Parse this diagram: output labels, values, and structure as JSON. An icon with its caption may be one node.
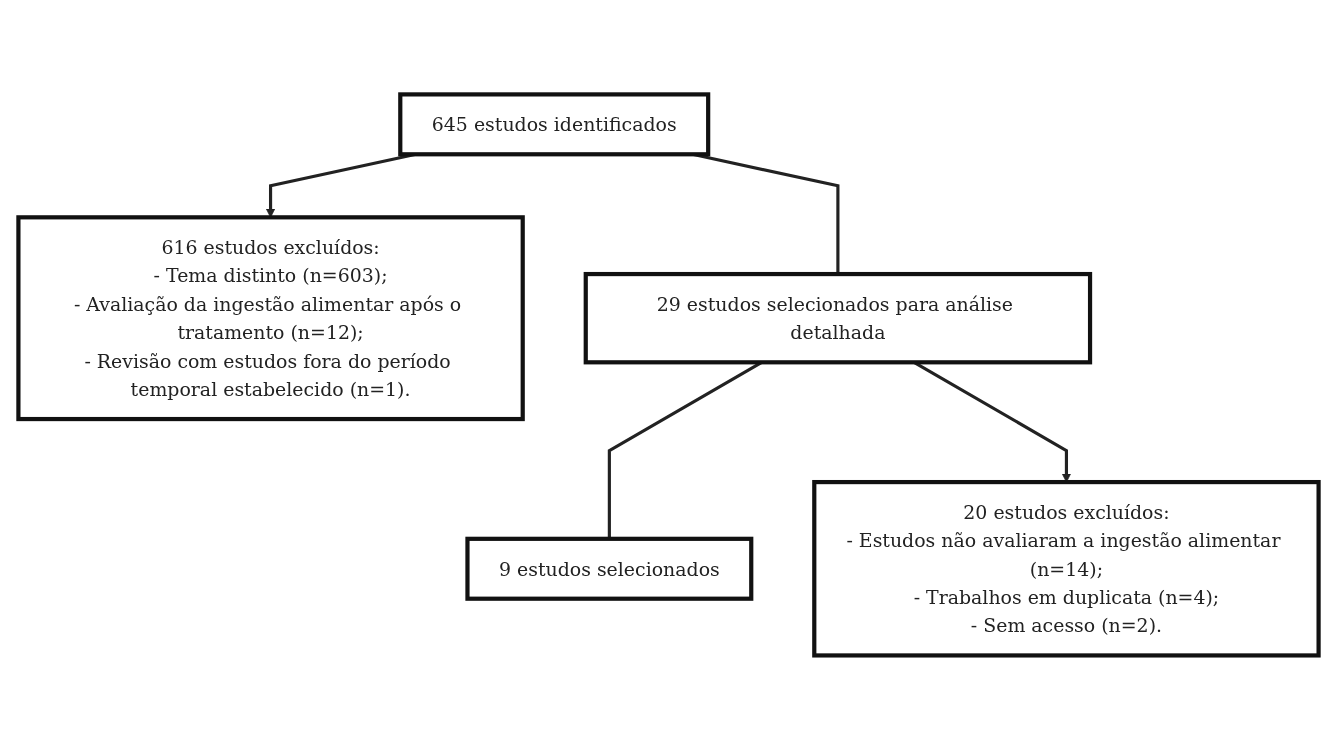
{
  "diagram": {
    "nodes": [
      {
        "text": [
          "645 estudos identificados"
        ]
      },
      {
        "text": [
          "616 estudos excluídos:",
          "- Tema distinto (n=603);",
          "- Avaliação da ingestão alimentar após o tratamento (n=12);",
          "- Revisão com estudos fora do período temporal estabelecido (n=1)."
        ]
      },
      {
        "text": [
          "29 estudos selecionados para análise detalhada"
        ]
      },
      {
        "text": [
          "20 estudos excluídos:",
          "- Estudos não avaliaram a ingestão alimentar (n=14);",
          "- Trabalhos em duplicata (n=4);",
          "- Sem acesso (n=2)."
        ]
      },
      {
        "text": [
          "9 estudos selecionados"
        ]
      }
    ],
    "edges": [
      {
        "from": 0,
        "to": 2,
        "arrow": "none"
      },
      {
        "from": 0,
        "to": 1,
        "arrow": "to"
      },
      {
        "from": 2,
        "to": 4,
        "arrow": "none"
      },
      {
        "from": 2,
        "to": 3,
        "arrow": "to"
      }
    ]
  }
}
